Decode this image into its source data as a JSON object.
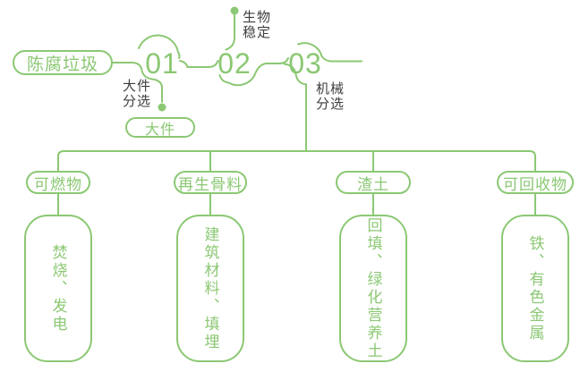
{
  "palette": {
    "green": "#8BC873",
    "dark_text": "#3E3E3E",
    "background": "#FFFFFF"
  },
  "flow": {
    "source_label": "陈腐垃圾",
    "steps": [
      {
        "number": "01",
        "process": "大件分选",
        "output": "大件"
      },
      {
        "number": "02",
        "process": "生物稳定"
      },
      {
        "number": "03",
        "process": "机械分选"
      }
    ]
  },
  "branches": [
    {
      "category": "可燃物",
      "result": "焚烧、发电"
    },
    {
      "category": "再生骨料",
      "result": "建筑材料、填埋"
    },
    {
      "category": "渣土",
      "result": "回填、绿化营养土"
    },
    {
      "category": "可回收物",
      "result": "铁、有色金属"
    }
  ]
}
